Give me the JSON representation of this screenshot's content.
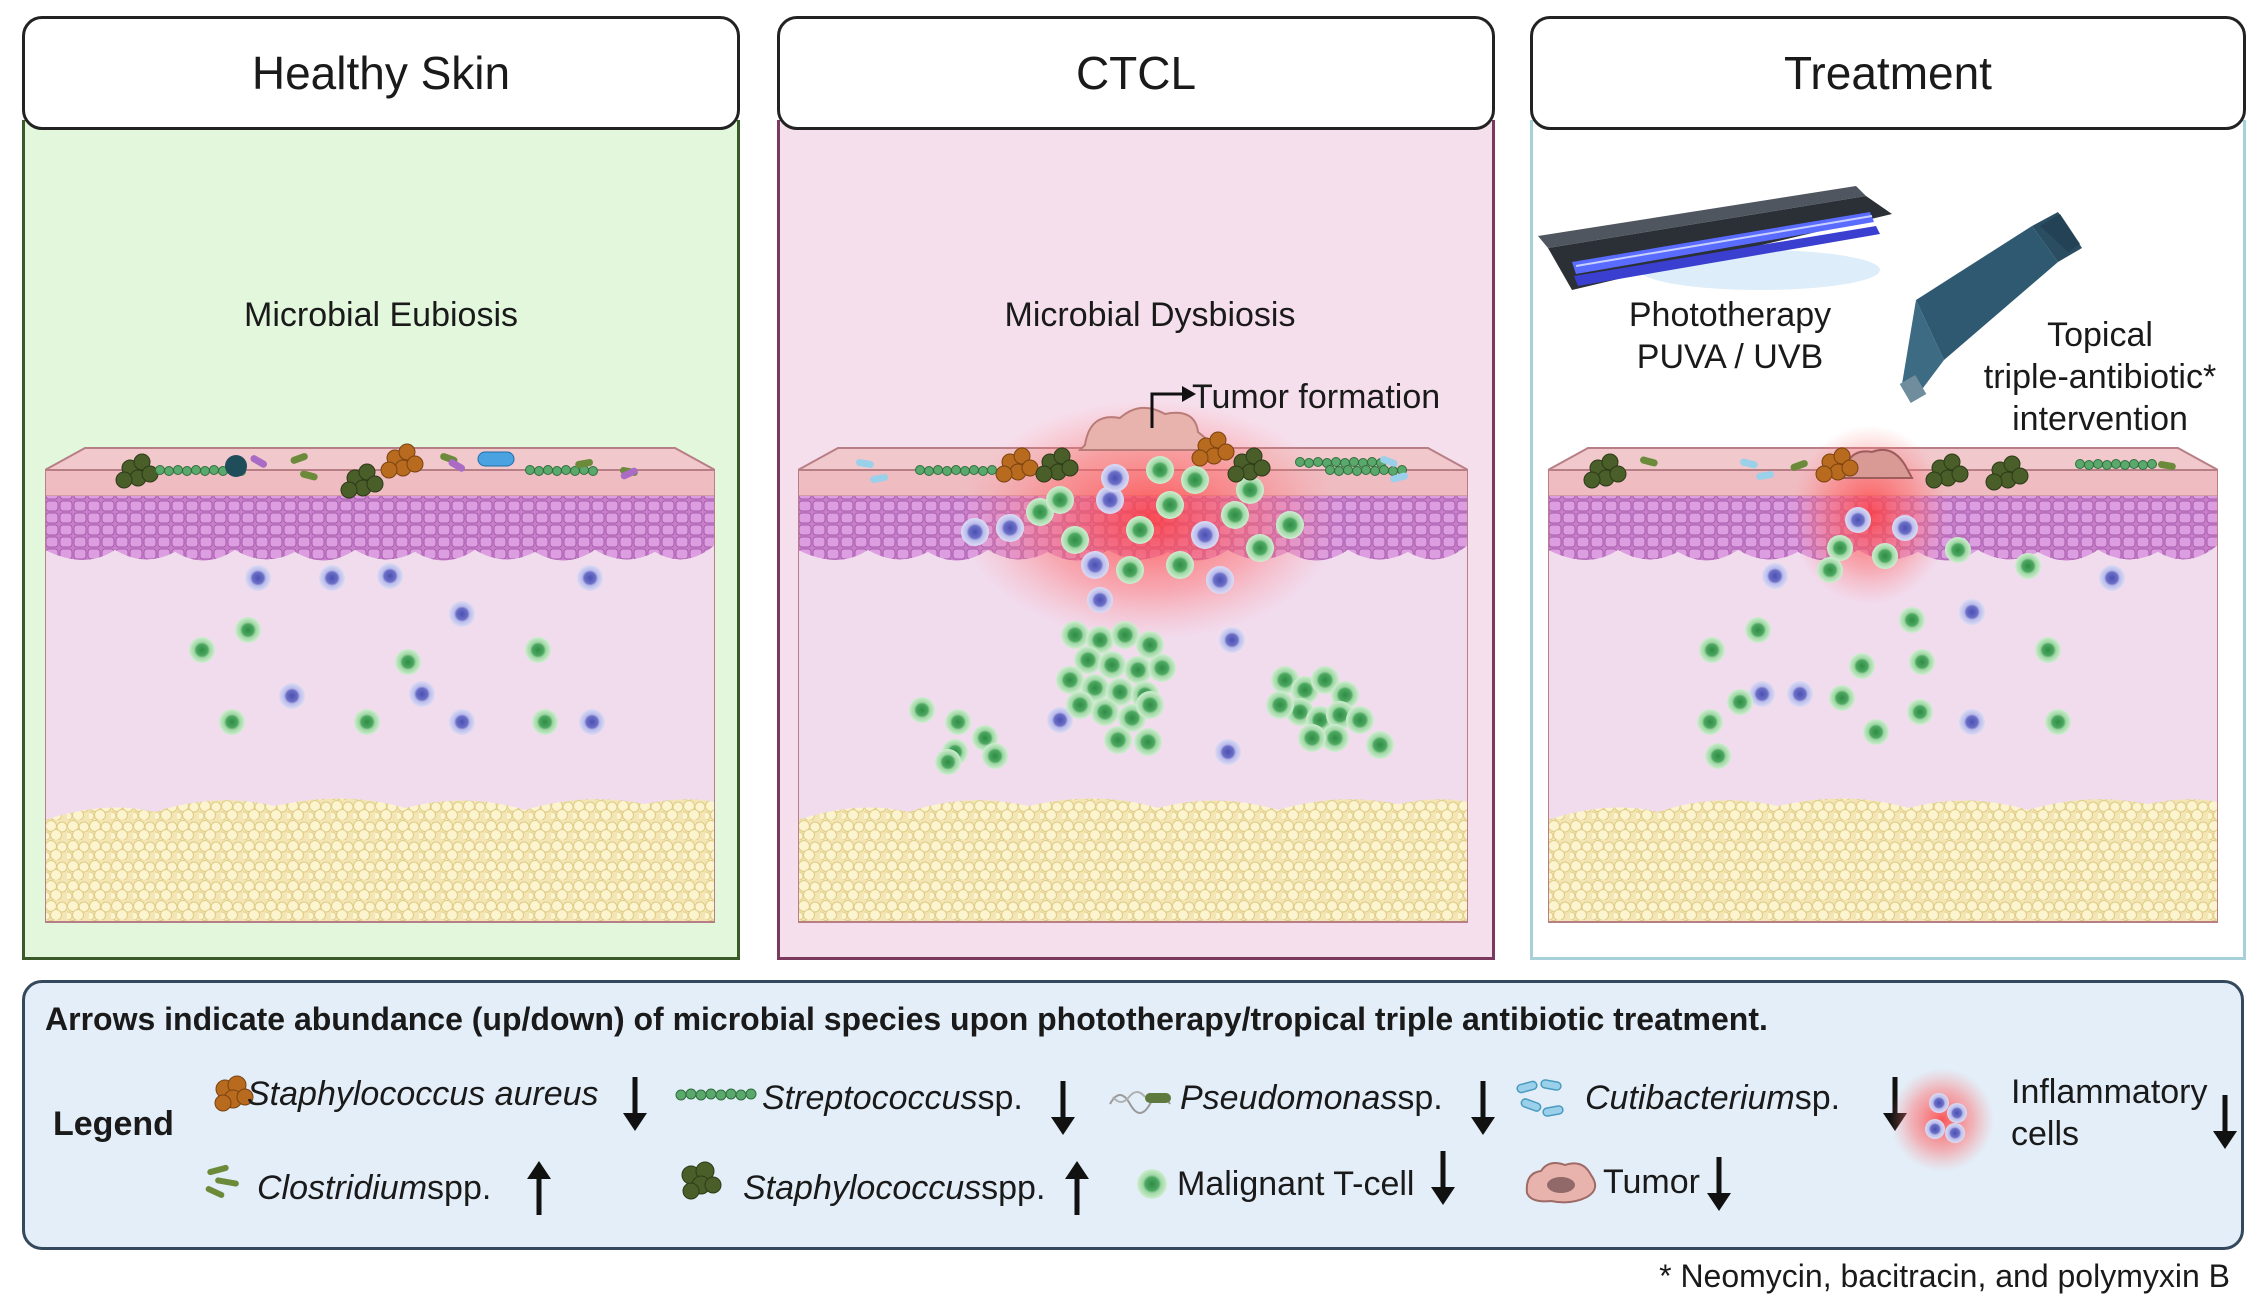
{
  "panels": {
    "healthy": {
      "title": "Healthy Skin",
      "label": "Microbial Eubiosis"
    },
    "ctcl": {
      "title": "CTCL",
      "label": "Microbial Dysbiosis",
      "tumor_label": "Tumor formation"
    },
    "treatment": {
      "title": "Treatment",
      "phototherapy_line1": "Phototherapy",
      "phototherapy_line2": "PUVA / UVB",
      "topical_line1": "Topical",
      "topical_line2": "triple-antibiotic*",
      "topical_line3": "intervention"
    }
  },
  "legend": {
    "title": "Arrows indicate abundance (up/down) of microbial species upon phototherapy/tropical triple antibiotic treatment.",
    "word": "Legend",
    "items": {
      "s_aureus": {
        "name": "Staphylococcus aureus",
        "suffix": "",
        "arrow": "down"
      },
      "streptococcus": {
        "name": "Streptococcus",
        "suffix": " sp.",
        "arrow": "down"
      },
      "pseudomonas": {
        "name": "Pseudomonas",
        "suffix": " sp.",
        "arrow": "down"
      },
      "cutibacterium": {
        "name": "Cutibacterium",
        "suffix": " sp.",
        "arrow": "down"
      },
      "inflammatory_line1": "Inflammatory",
      "inflammatory_line2": "cells",
      "clostridium": {
        "name": "Clostridium",
        "suffix": " spp.",
        "arrow": "up"
      },
      "staphylococcus": {
        "name": "Staphylococcus",
        "suffix": " spp.",
        "arrow": "up"
      },
      "malignant": {
        "name": "Malignant T-cell",
        "arrow": "down"
      },
      "tumor": {
        "name": "Tumor",
        "arrow": "down"
      }
    }
  },
  "footnote": "* Neomycin, bacitracin, and polymyxin B",
  "colors": {
    "healthy_bg": "#e2f7dc",
    "healthy_border": "#3a5a2a",
    "ctcl_bg": "#f6dfec",
    "ctcl_border": "#7a3a5e",
    "treatment_bg": "#ffffff",
    "treatment_border": "#a8d0d8",
    "tcell": "#6fbf7a",
    "immune": "#8c90d8",
    "inflammation": "#ff4d4d"
  }
}
